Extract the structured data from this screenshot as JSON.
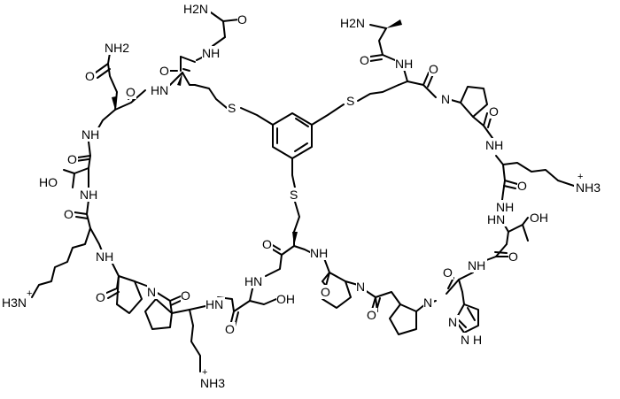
{
  "diagram": {
    "labels": {
      "h2n_top_left": "H2N",
      "o_top_left": "O",
      "nh_top_left": "NH",
      "o_gly_amide": "O",
      "nh2_gln": "NH2",
      "o_gln": "O",
      "o_gln2": "O",
      "hn_gln": "HN",
      "nh_thr_left": "NH",
      "o_thr_left": "O",
      "ho_thr_left": "HO",
      "nh_lys_left_a": "NH",
      "o_lys_left": "O",
      "h3n_left": "H3N",
      "nh_pro_left": "NH",
      "o_pro_left": "O",
      "n_pro_left": "N",
      "o_pro_left2": "O",
      "hn_lys_bottom": "HN",
      "o_lys_bottom": "O",
      "nh3_bottom": "NH3",
      "hn_ser": "HN",
      "oh_ser": "OH",
      "o_ser": "O",
      "o_cys_bottom": "O",
      "s_left": "S",
      "s_middle": "S",
      "s_right": "S",
      "nh_cys_bottom": "NH",
      "o_pro_mid": "O",
      "n_pro_mid": "N",
      "o_pro_mid2": "O",
      "n_pro_mid2": "N",
      "o_pro_mid3": "O",
      "nh_his": "NH",
      "n_his1": "N",
      "nh_his_ring": "N",
      "h_his": "H",
      "hn_thr_right": "HN",
      "oh_thr_right": "OH",
      "o_thr_right": "O",
      "nh_lys_right": "NH",
      "o_lys_right": "O",
      "nh3_right": "NH3",
      "nh_pro_right": "NH",
      "o_pro_right": "O",
      "n_pro_right": "N",
      "o_ala": "O",
      "nh_ala": "NH",
      "o_cys_right": "O",
      "h2n_ala": "H2N",
      "plus_1": "+",
      "plus_2": "+",
      "plus_3": "+"
    }
  }
}
